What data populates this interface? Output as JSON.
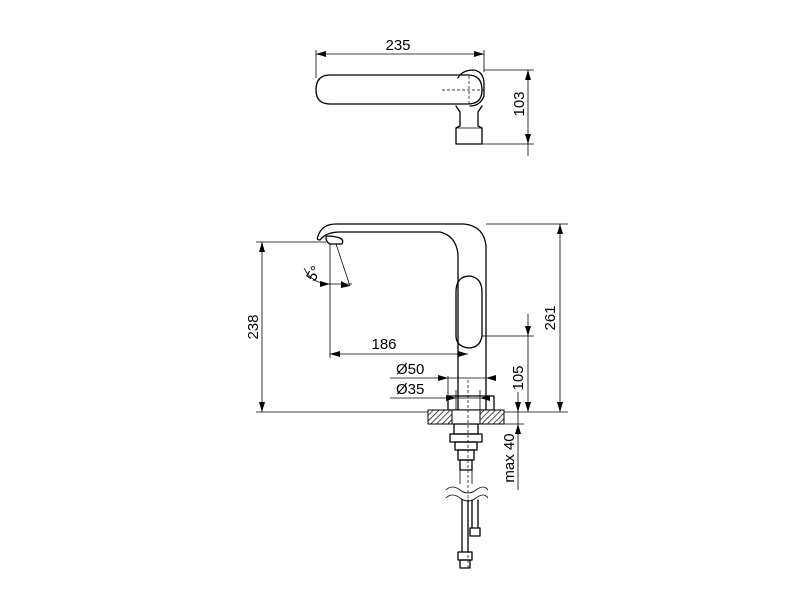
{
  "dimensions": {
    "top_width": "235",
    "top_depth": "103",
    "total_height": "261",
    "spout_height": "238",
    "spout_reach": "186",
    "spout_angle": "5°",
    "base_diameter": "50",
    "hole_diameter": "35",
    "lever_height": "105",
    "max_thickness": "max 40",
    "diameter_symbol": "Ø"
  }
}
